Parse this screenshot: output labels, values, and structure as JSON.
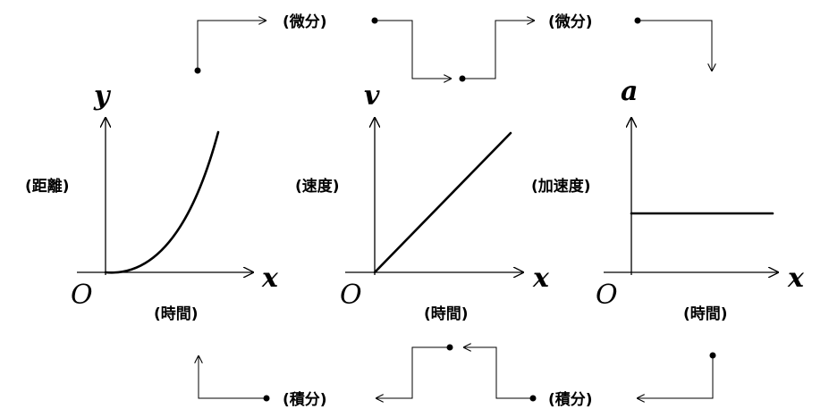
{
  "top": {
    "diff_left": "(微分)",
    "diff_right": "(微分)"
  },
  "bottom": {
    "int_left": "(積分)",
    "int_right": "(積分)"
  },
  "graphs": [
    {
      "var": "y",
      "quantity": "(距離)",
      "time": "(時間)",
      "origin": "O",
      "xvar": "x"
    },
    {
      "var": "v",
      "quantity": "(速度)",
      "time": "(時間)",
      "origin": "O",
      "xvar": "x"
    },
    {
      "var": "a",
      "quantity": "(加速度)",
      "time": "(時間)",
      "origin": "O",
      "xvar": "x"
    }
  ]
}
